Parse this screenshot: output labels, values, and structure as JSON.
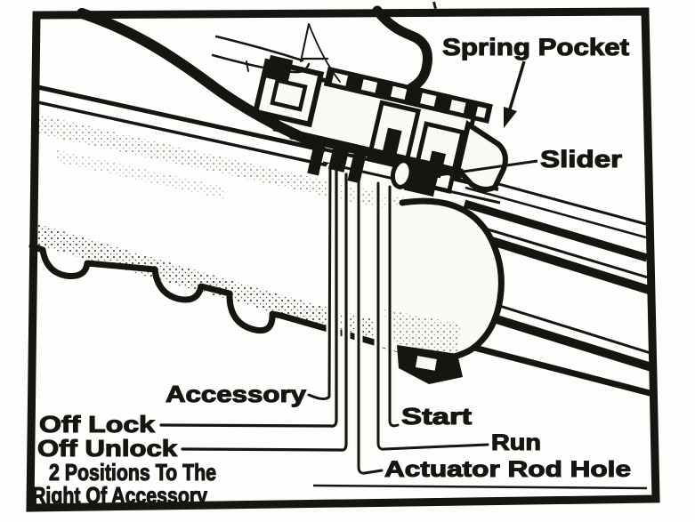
{
  "figure": {
    "description": "Steering column ignition switch slider diagram",
    "ink_color": "#171512",
    "paper_color": "#fbfaf6"
  },
  "labels": {
    "spring_pocket": "Spring Pocket",
    "slider": "Slider",
    "accessory": "Accessory",
    "off_lock": "Off Lock",
    "off_unlock": "Off Unlock",
    "positions_line1": "2 Positions To The",
    "positions_line2": "Right Of Accessory",
    "start": "Start",
    "run": "Run",
    "actuator_rod_hole": "Actuator Rod Hole"
  }
}
